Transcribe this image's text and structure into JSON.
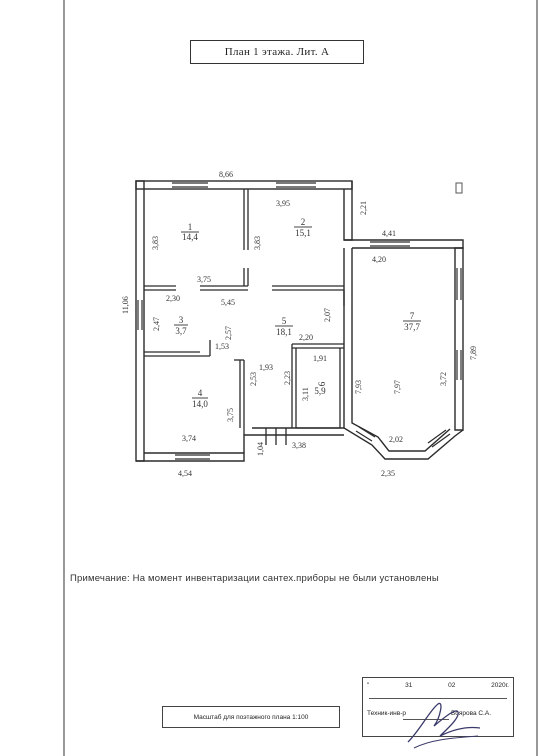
{
  "title": "План 1 этажа. Лит. А",
  "note": "Примечание: На момент инвентаризации сантех.приборы не были установлены",
  "scale": "Масштаб для поэтажного плана 1:100",
  "stamp": {
    "date_prefix": "\"",
    "day": "31",
    "month": "02",
    "year": "2020г.",
    "role": "Техник-инв-р",
    "name": "Боярова С.А."
  },
  "rooms": [
    {
      "number": "1",
      "area": "14,4"
    },
    {
      "number": "2",
      "area": "15,1"
    },
    {
      "number": "3",
      "area": "3,7"
    },
    {
      "number": "4",
      "area": "14,0"
    },
    {
      "number": "5",
      "area": "18,1"
    },
    {
      "number": "6",
      "area": "5,9"
    },
    {
      "number": "7",
      "area": "37,7"
    }
  ],
  "dimensions": {
    "total_width": "8,66",
    "total_height": "11,06",
    "room1_height": "3,83",
    "room1_width": "3,75",
    "room2_width": "3,95",
    "room2_height": "3,83",
    "right_step": "2,21",
    "room7_top_outer": "4,41",
    "room7_top_inner": "4,20",
    "room3_width": "2,30",
    "hall_width": "5,45",
    "room3_height": "2,47",
    "hall_inner": "2,57",
    "hall_small": "1,53",
    "hall_vert": "2,07",
    "room6_top": "2,20",
    "room6_inner": "1,91",
    "hall_lower": "1,93",
    "hall_col": "2,53",
    "room6_side": "2,23",
    "room6_side2": "3,11",
    "room7_left": "7,93",
    "room7_mid": "7,97",
    "room7_right": "3,72",
    "room7_outer": "7,89",
    "room4_height": "3,75",
    "room4_width": "3,74",
    "bay_inner": "2,02",
    "bay_outer": "2,35",
    "bottom_left": "4,54",
    "porch_h": "1,04",
    "porch_w": "3,38"
  }
}
